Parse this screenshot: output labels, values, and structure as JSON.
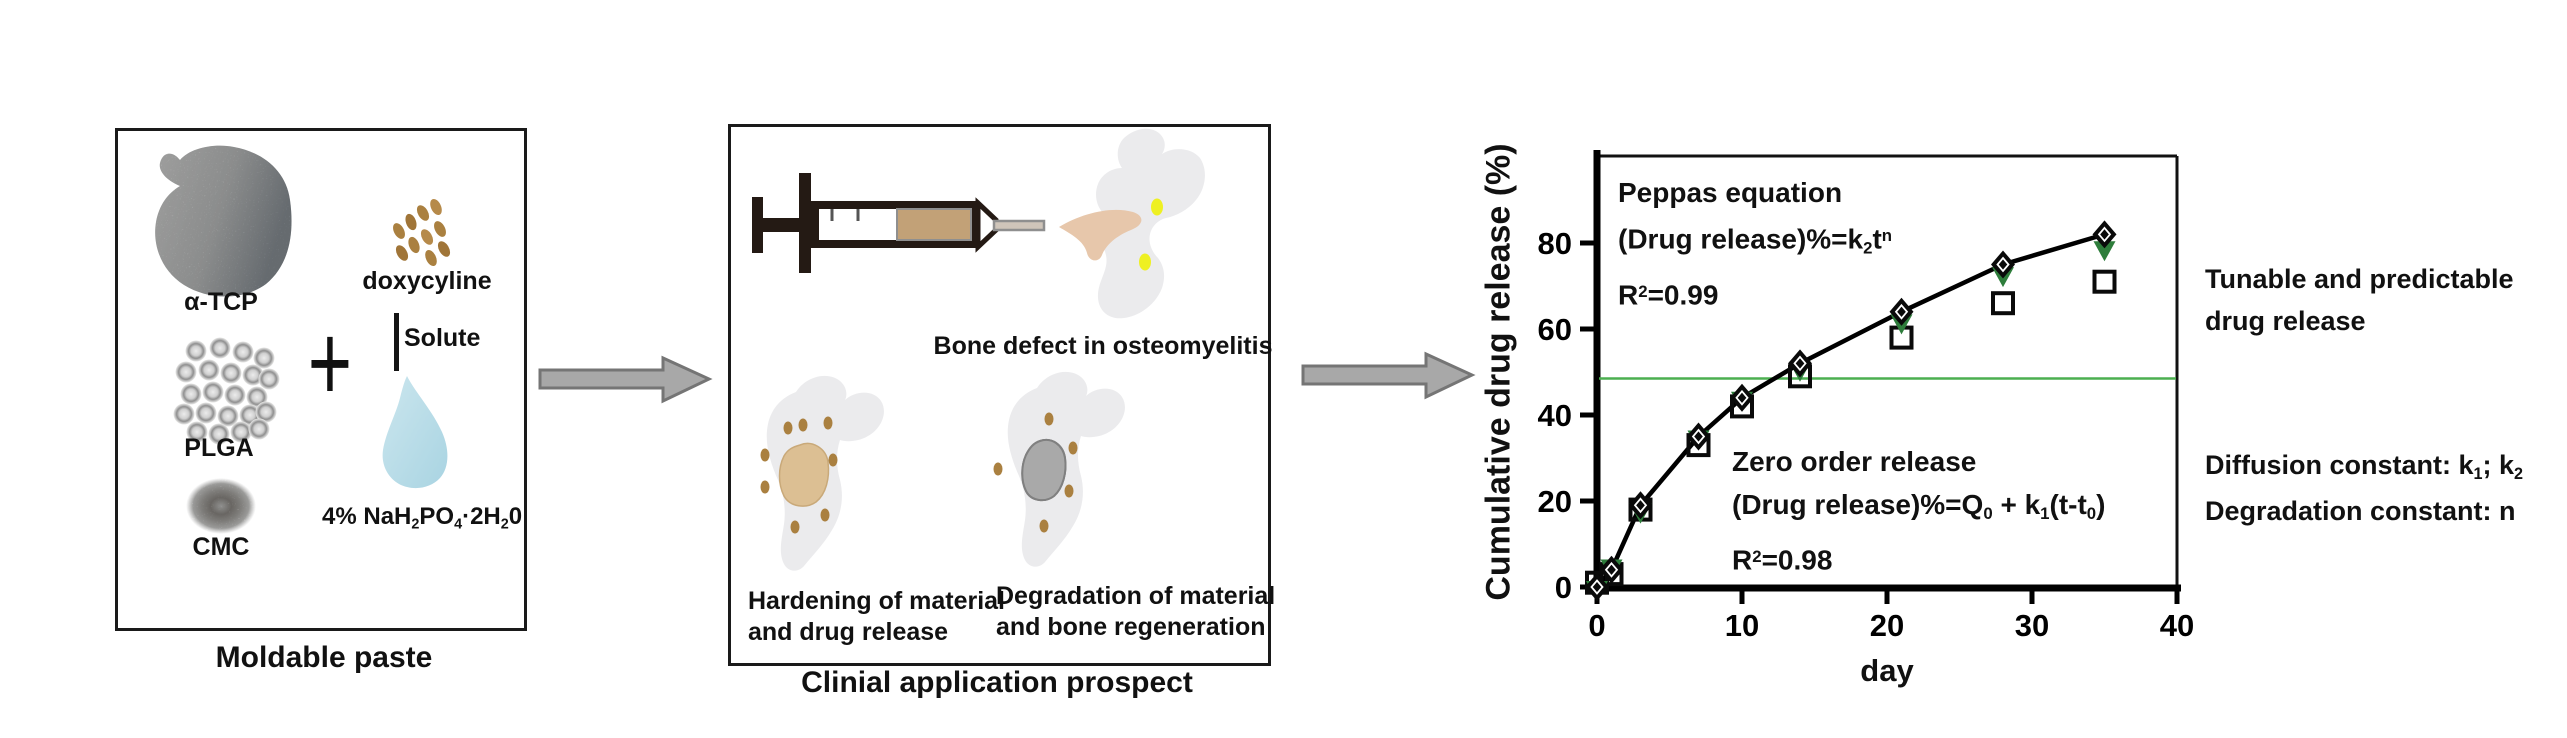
{
  "panels": {
    "left": {
      "title": "Moldable paste",
      "components": {
        "atcp": "α-TCP",
        "doxycycline": "doxycyline",
        "plus": "+",
        "solute": "Solute",
        "plga": "PLGA",
        "cmc": "CMC",
        "solution": [
          [
            "4% NaH"
          ],
          [
            "2",
            "sub"
          ],
          [
            "PO"
          ],
          [
            "4",
            "sub"
          ],
          [
            "·2H"
          ],
          [
            "2",
            "sub"
          ],
          [
            "0"
          ]
        ]
      }
    },
    "middle": {
      "title": "Clinial application prospect",
      "caption_top": "Bone defect in  osteomyelitis",
      "caption_left": [
        "Hardening of material",
        "and drug release"
      ],
      "caption_right": [
        "Degradation of material",
        "and bone regeneration"
      ]
    }
  },
  "right_notes": {
    "tunable": [
      "Tunable and predictable",
      "drug release"
    ],
    "diffusion": [
      [
        "Diffusion constant: k"
      ],
      [
        "1",
        "sub"
      ],
      [
        "; k"
      ],
      [
        "2",
        "sub"
      ]
    ],
    "degradation": "Degradation constant: n"
  },
  "colors": {
    "accent_green_line": "#4caf50",
    "triangle_green": "#2e7d3b",
    "doxycycline_brown": "#aa8040",
    "paste_tan": "#dcbf93",
    "solution_blue": "#b9dce5",
    "bone_gray": "#ebebed",
    "arrow_gray": "#a8a8a8"
  },
  "chart_data": {
    "type": "scatter",
    "title": "",
    "xlabel": "day",
    "ylabel": "Cumulative drug release (%)",
    "xlim": [
      0,
      40
    ],
    "ylim": [
      0,
      100
    ],
    "x_ticks": [
      0,
      10,
      20,
      30,
      40
    ],
    "y_ticks": [
      0,
      20,
      40,
      60,
      80
    ],
    "grid": false,
    "days": [
      0,
      1,
      3,
      7,
      10,
      14,
      21,
      28,
      35
    ],
    "series": [
      {
        "name": "open-square-series",
        "marker": "open-square",
        "color": "#0a0a0a",
        "values": [
          1,
          3,
          18,
          33,
          42,
          49,
          58,
          66,
          71
        ]
      },
      {
        "name": "green-triangle-series",
        "marker": "filled-triangle-down",
        "color": "#2e7d3b",
        "values": [
          0,
          5,
          18,
          35,
          44,
          51,
          62,
          73,
          79
        ]
      },
      {
        "name": "black-diamond-series",
        "marker": "filled-diamond",
        "color": "#0a0a0a",
        "values": [
          0,
          4,
          19,
          35,
          44,
          52,
          64,
          75,
          82
        ]
      }
    ],
    "fit_line_series": "black-diamond-series",
    "reference_line": {
      "y": 48.5,
      "color": "#4caf50"
    },
    "annotations": {
      "peppas": {
        "title": "Peppas equation",
        "equation": [
          [
            "(Drug release)%=k"
          ],
          [
            "2",
            "sub"
          ],
          [
            "t"
          ],
          [
            "n",
            "sup"
          ]
        ],
        "r_squared": [
          [
            "R"
          ],
          [
            "2",
            "sup"
          ],
          [
            "=0.99"
          ]
        ]
      },
      "zero_order": {
        "title": "Zero order release",
        "equation": [
          [
            "(Drug release)%=Q"
          ],
          [
            "0",
            "sub"
          ],
          [
            " + k"
          ],
          [
            "1",
            "sub"
          ],
          [
            "(t-t"
          ],
          [
            "0",
            "sub"
          ],
          [
            ")"
          ]
        ],
        "r_squared": [
          [
            "R"
          ],
          [
            "2",
            "sup"
          ],
          [
            "=0.98"
          ]
        ]
      }
    }
  }
}
